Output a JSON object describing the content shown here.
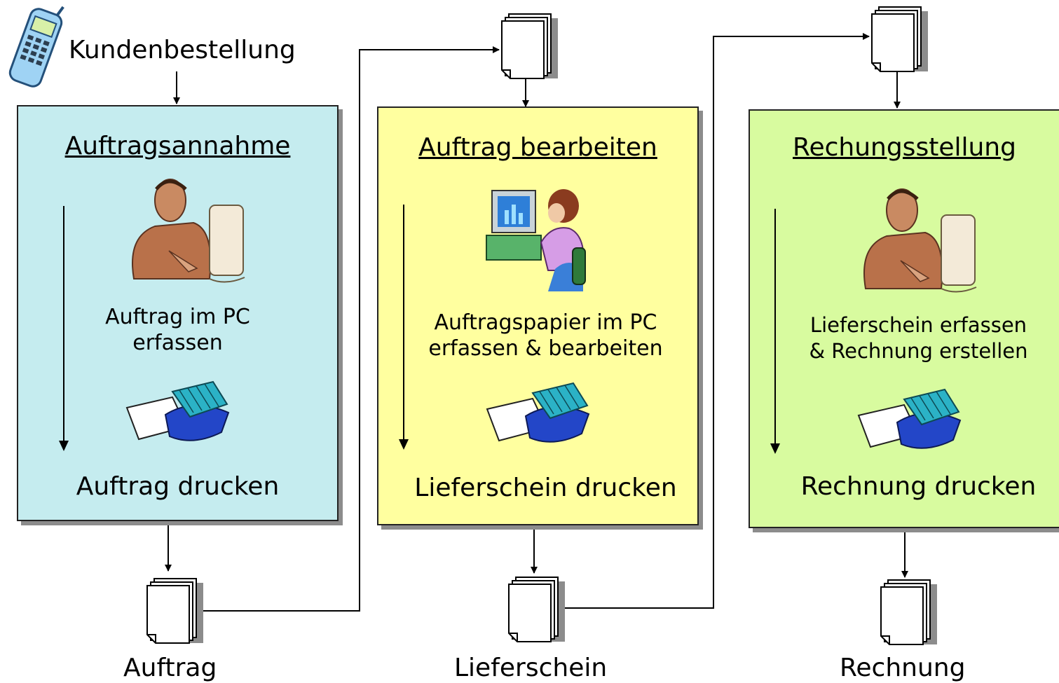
{
  "customer_order": {
    "label": "Kundenbestellung"
  },
  "colors": {
    "box1": "#c5ecef",
    "box2": "#ffff9f",
    "box3": "#d8fb9f",
    "border": "#222222",
    "shadow": "#8c8c8c"
  },
  "stages": [
    {
      "title": "Auftragsannahme",
      "text": "Auftrag im PC\nerfassen",
      "footer": "Auftrag drucken"
    },
    {
      "title": "Auftrag bearbeiten",
      "text": "Auftragspapier im PC\nerfassen & bearbeiten",
      "footer": "Lieferschein drucken"
    },
    {
      "title": "Rechungsstellung",
      "text": "Lieferschein erfassen\n& Rechnung erstellen",
      "footer": "Rechnung drucken"
    }
  ],
  "documents": [
    {
      "label": "Auftrag"
    },
    {
      "label": "Lieferschein"
    },
    {
      "label": "Rechnung"
    }
  ],
  "icons": [
    "mobile-phone-icon",
    "office-worker-icon",
    "woman-at-computer-icon",
    "printer-icon",
    "document-stack-icon"
  ]
}
